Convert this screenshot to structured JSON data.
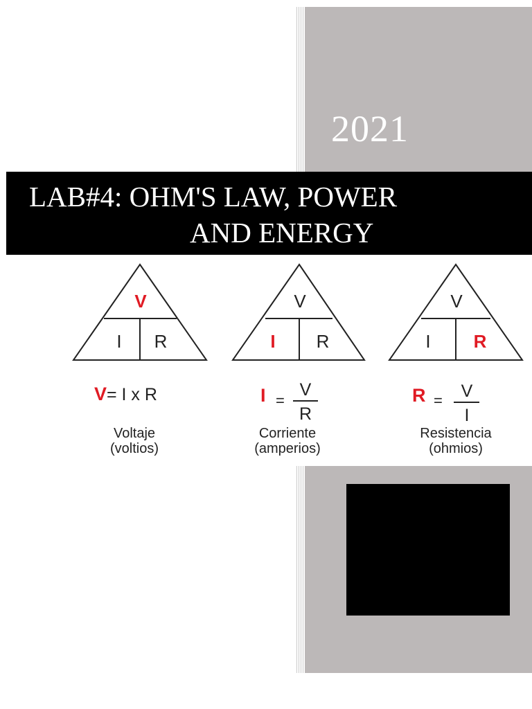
{
  "cover": {
    "year": "2021",
    "title_line1": "LAB#4: OHM'S LAW, POWER",
    "title_line2": "AND ENERGY"
  },
  "figure": {
    "accent_color": "#e01b24",
    "triangles": [
      {
        "top": "V",
        "left": "I",
        "right": "R",
        "highlight": "top"
      },
      {
        "top": "V",
        "left": "I",
        "right": "R",
        "highlight": "left"
      },
      {
        "top": "V",
        "left": "I",
        "right": "R",
        "highlight": "right"
      }
    ],
    "formulas": [
      {
        "lhs": "V",
        "rhs": "= I x R"
      },
      {
        "lhs": "I",
        "eq": "=",
        "numerator": "V",
        "denominator": "R"
      },
      {
        "lhs": "R",
        "eq": "=",
        "numerator": "V",
        "denominator": "I"
      }
    ],
    "captions": [
      {
        "name": "Voltaje",
        "unit": "(voltios)"
      },
      {
        "name": "Corriente",
        "unit": "(amperios)"
      },
      {
        "name": "Resistencia",
        "unit": "(ohmios)"
      }
    ]
  }
}
